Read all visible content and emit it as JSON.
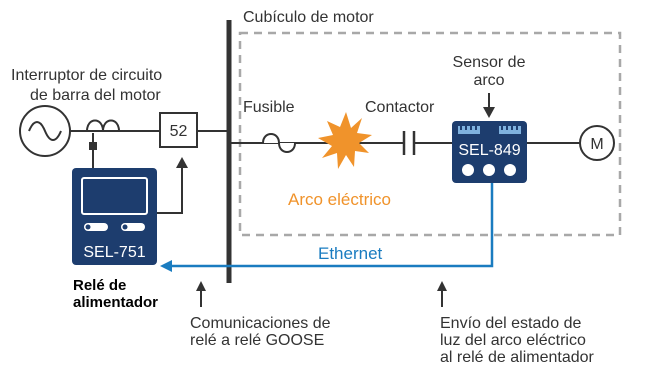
{
  "labels": {
    "motor_cubicle": "Cubículo de motor",
    "bus_breaker_line1": "Interruptor de circuito",
    "bus_breaker_line2": "de barra del motor",
    "breaker_number": "52",
    "fuse": "Fusible",
    "contactor": "Contactor",
    "arc_sensor_line1": "Sensor de",
    "arc_sensor_line2": "arco",
    "arc_flash": "Arco eléctrico",
    "motor": "M",
    "ethernet": "Ethernet",
    "feeder_relay_line1": "Relé de",
    "feeder_relay_line2": "alimentador",
    "goose_line1": "Comunicaciones de",
    "goose_line2": "relé a relé GOOSE",
    "status_line1": "Envío del estado de",
    "status_line2": "luz del arco eléctrico",
    "status_line3": "al relé de alimentador"
  },
  "devices": {
    "feeder_relay_model": "SEL-751",
    "arc_relay_model": "SEL-849"
  },
  "colors": {
    "line": "#333333",
    "device_navy": "#1d3d6e",
    "ethernet_blue": "#1a7cc0",
    "arc_orange": "#f0932b",
    "dashed_box": "#a8a8a8"
  }
}
